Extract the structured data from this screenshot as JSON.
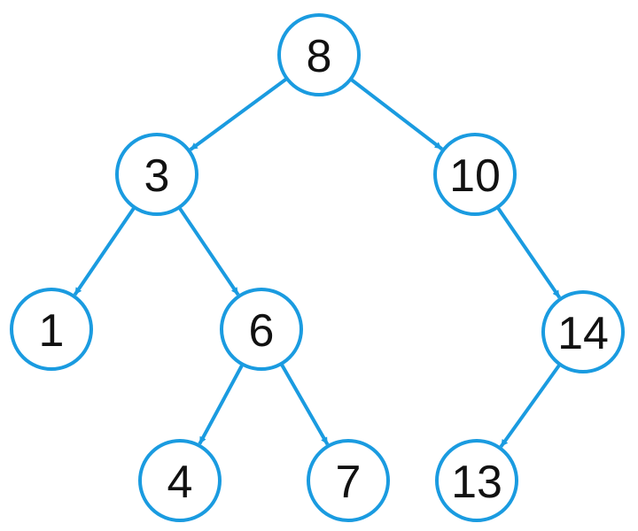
{
  "diagram": {
    "type": "binary-search-tree",
    "colors": {
      "accent": "#1a9be0",
      "node_fill": "#ffffff",
      "text": "#111111"
    },
    "nodes": [
      {
        "id": "n8",
        "label": "8"
      },
      {
        "id": "n3",
        "label": "3"
      },
      {
        "id": "n10",
        "label": "10"
      },
      {
        "id": "n1",
        "label": "1"
      },
      {
        "id": "n6",
        "label": "6"
      },
      {
        "id": "n14",
        "label": "14"
      },
      {
        "id": "n4",
        "label": "4"
      },
      {
        "id": "n7",
        "label": "7"
      },
      {
        "id": "n13",
        "label": "13"
      }
    ],
    "edges": [
      {
        "from": "n8",
        "to": "n3"
      },
      {
        "from": "n8",
        "to": "n10"
      },
      {
        "from": "n3",
        "to": "n1"
      },
      {
        "from": "n3",
        "to": "n6"
      },
      {
        "from": "n10",
        "to": "n14"
      },
      {
        "from": "n6",
        "to": "n4"
      },
      {
        "from": "n6",
        "to": "n7"
      },
      {
        "from": "n14",
        "to": "n13"
      }
    ]
  }
}
